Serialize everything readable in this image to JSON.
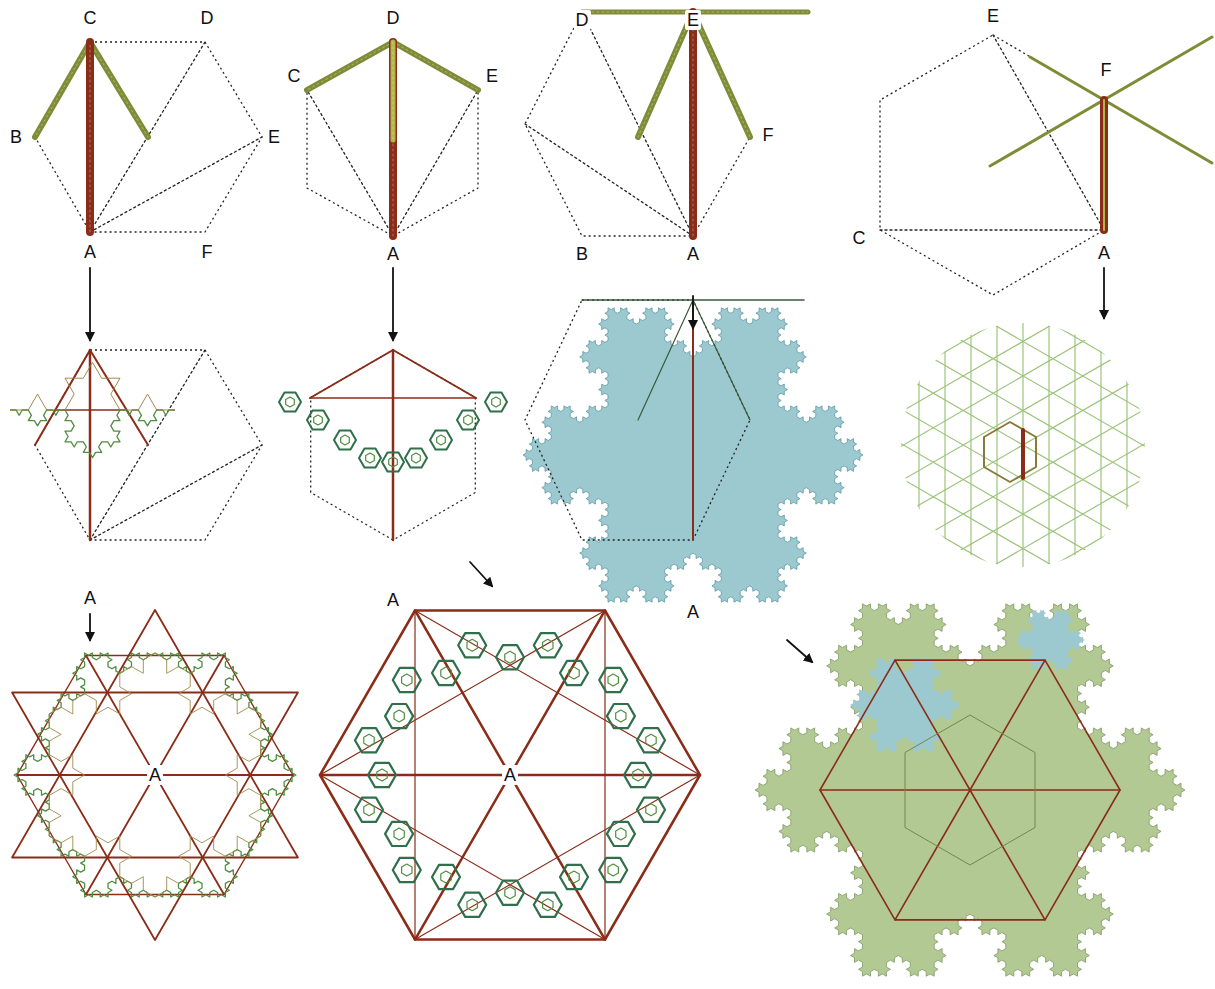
{
  "diagram": {
    "labels": [
      "C",
      "D",
      "B",
      "E",
      "A",
      "F",
      "D",
      "C",
      "E",
      "A",
      "D",
      "E",
      "F",
      "B",
      "A",
      "E",
      "F",
      "C",
      "A",
      "A",
      "A",
      "A",
      "A",
      "A"
    ]
  }
}
